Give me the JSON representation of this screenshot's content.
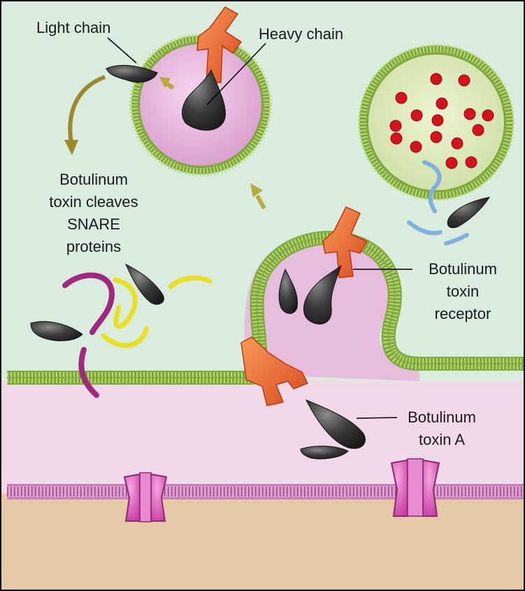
{
  "labels": {
    "light_chain": "Light chain",
    "heavy_chain": "Heavy chain",
    "cleaves": [
      "Botulinum",
      "toxin cleaves",
      "SNARE",
      "proteins"
    ],
    "receptor": [
      "Botulinum",
      "toxin",
      "receptor"
    ],
    "toxin_a": [
      "Botulinum",
      "toxin A"
    ]
  },
  "colors": {
    "upper_background": "#d9ecde",
    "cleft_background": "#f3d9eb",
    "muscle_background": "#e5c9a7",
    "membrane_green": "#8fb84a",
    "membrane_pink": "#b56aa8",
    "vesicle_interior": "#e3a7d6",
    "toxin": "#3c3c3c",
    "receptor": "#ee6a2f",
    "acetylcholine": "#d8121d",
    "snare_magenta": "#a0287f",
    "snare_yellow": "#f0e821",
    "snare_blue": "#7fb0e0",
    "channel": "#e255b9",
    "arrow": "#9a8a2a"
  }
}
